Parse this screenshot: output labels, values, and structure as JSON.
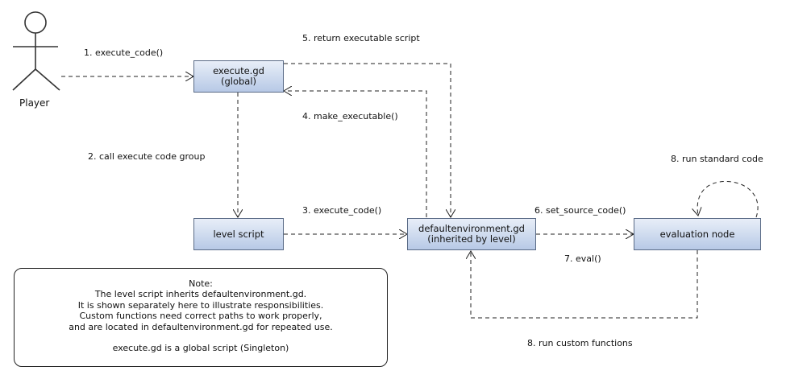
{
  "actor": {
    "name": "Player"
  },
  "nodes": {
    "execute_gd": {
      "line1": "execute.gd",
      "line2": "(global)"
    },
    "level_script": {
      "label": "level script"
    },
    "defaultenvironment": {
      "line1": "defaultenvironment.gd",
      "line2": "(inherited by level)"
    },
    "evaluation_node": {
      "label": "evaluation node"
    }
  },
  "messages": [
    {
      "id": "msg1",
      "text": "1. execute_code()"
    },
    {
      "id": "msg2",
      "text": "2. call execute code group"
    },
    {
      "id": "msg3",
      "text": "3. execute_code()"
    },
    {
      "id": "msg4",
      "text": "4. make_executable()"
    },
    {
      "id": "msg5",
      "text": "5. return executable script"
    },
    {
      "id": "msg6",
      "text": "6. set_source_code()"
    },
    {
      "id": "msg7",
      "text": "7. eval()"
    },
    {
      "id": "msg8a",
      "text": "8. run standard code"
    },
    {
      "id": "msg8b",
      "text": "8. run custom functions"
    }
  ],
  "note": {
    "lines": [
      "Note:",
      "The level script inherits defaultenvironment.gd.",
      "It is shown separately here to illustrate responsibilities.",
      "Custom functions need correct paths to work properly,",
      "and are located in defaultenvironment.gd for repeated use.",
      "",
      "execute.gd is a global script (Singleton)"
    ]
  }
}
